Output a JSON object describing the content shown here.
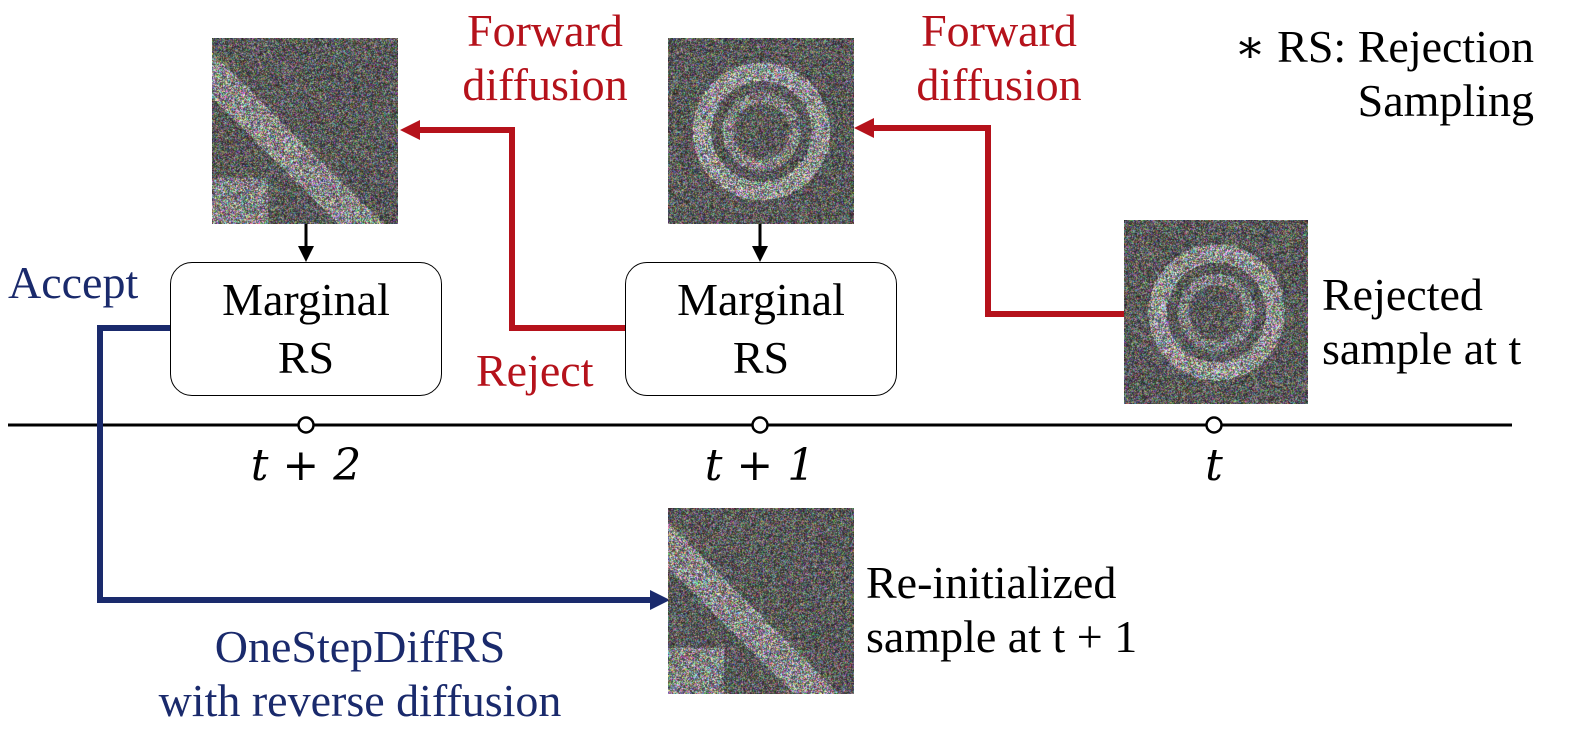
{
  "note": {
    "line1": "∗ RS: Rejection",
    "line2": "Sampling"
  },
  "forward_left": {
    "line1": "Forward",
    "line2": "diffusion"
  },
  "forward_right": {
    "line1": "Forward",
    "line2": "diffusion"
  },
  "accept_label": "Accept",
  "reject_label": "Reject",
  "box_left": {
    "line1": "Marginal",
    "line2": "RS"
  },
  "box_right": {
    "line1": "Marginal",
    "line2": "RS"
  },
  "rejected_label": {
    "line1": "Rejected",
    "line2": "sample at t"
  },
  "reinit_label": {
    "line1": "Re-initialized",
    "line2": "sample at t + 1"
  },
  "onestep_label": {
    "line1": "OneStepDiffRS",
    "line2": "with reverse diffusion"
  },
  "ticks": [
    "t + 2",
    "t + 1",
    "t"
  ],
  "colors": {
    "forward": "#b5121b",
    "accept": "#1a2a6c",
    "axis": "#000000"
  }
}
